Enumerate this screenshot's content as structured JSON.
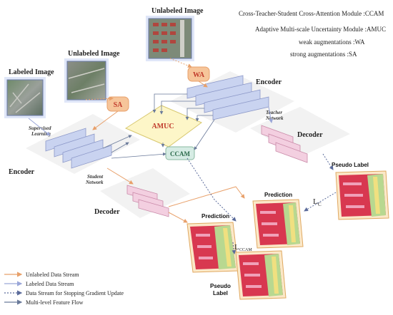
{
  "title_images": {
    "labeled": "Labeled Image",
    "unlabeled_1": "Unlabeled Image",
    "unlabeled_2": "Unlabeled Image"
  },
  "abbreviations": [
    "Cross-Teacher-Student Cross-Attention Module :CCAM",
    "Adaptive Multi-scale Uncertainty Module :AMUC",
    "weak augmentations :WA",
    "strong augmentations :SA"
  ],
  "modules": {
    "sa": "SA",
    "wa": "WA",
    "amuc": "AMUC",
    "ccam": "CCAM"
  },
  "networks": {
    "encoder_student": "Encoder",
    "encoder_teacher": "Encoder",
    "decoder_student": "Decoder",
    "decoder_teacher": "Decoder",
    "student_net_1": "Student",
    "student_net_2": "Network",
    "teacher_net_1": "Teacher",
    "teacher_net_2": "Network",
    "supervised_1": "Supervised",
    "supervised_2": "Learning"
  },
  "outputs": {
    "prediction_1": "Prediction",
    "prediction_2": "Prediction",
    "pseudo_label_top": "Pseudo Label",
    "pseudo_label_bottom_1": "Pseudo",
    "pseudo_label_bottom_2": "Label",
    "loss_c": "L",
    "loss_c_sub": "C",
    "loss_ccam": "L",
    "loss_ccam_sub": "CCAM"
  },
  "legend": [
    {
      "label": "Unlabeled Data Stream",
      "color": "#e8a06a",
      "style": "solid"
    },
    {
      "label": "Labeled Data Stream",
      "color": "#9aa6d8",
      "style": "solid"
    },
    {
      "label": "Data Stream for Stopping Gradient Update",
      "color": "#5a6a9a",
      "style": "dotted"
    },
    {
      "label": "Multi-level Feature Flow",
      "color": "#6a7a9a",
      "style": "solid"
    }
  ],
  "colors": {
    "encoder_blue": "#c9d3f0",
    "decoder_pink": "#f3cfe0",
    "amuc_yellow": "#fdf6c8",
    "ccam_green": "#d6ece4",
    "sa_orange": "#f6c59a",
    "wa_orange": "#f6c59a",
    "unlabeled_stream": "#e8a06a",
    "labeled_stream": "#9aa6d8"
  }
}
